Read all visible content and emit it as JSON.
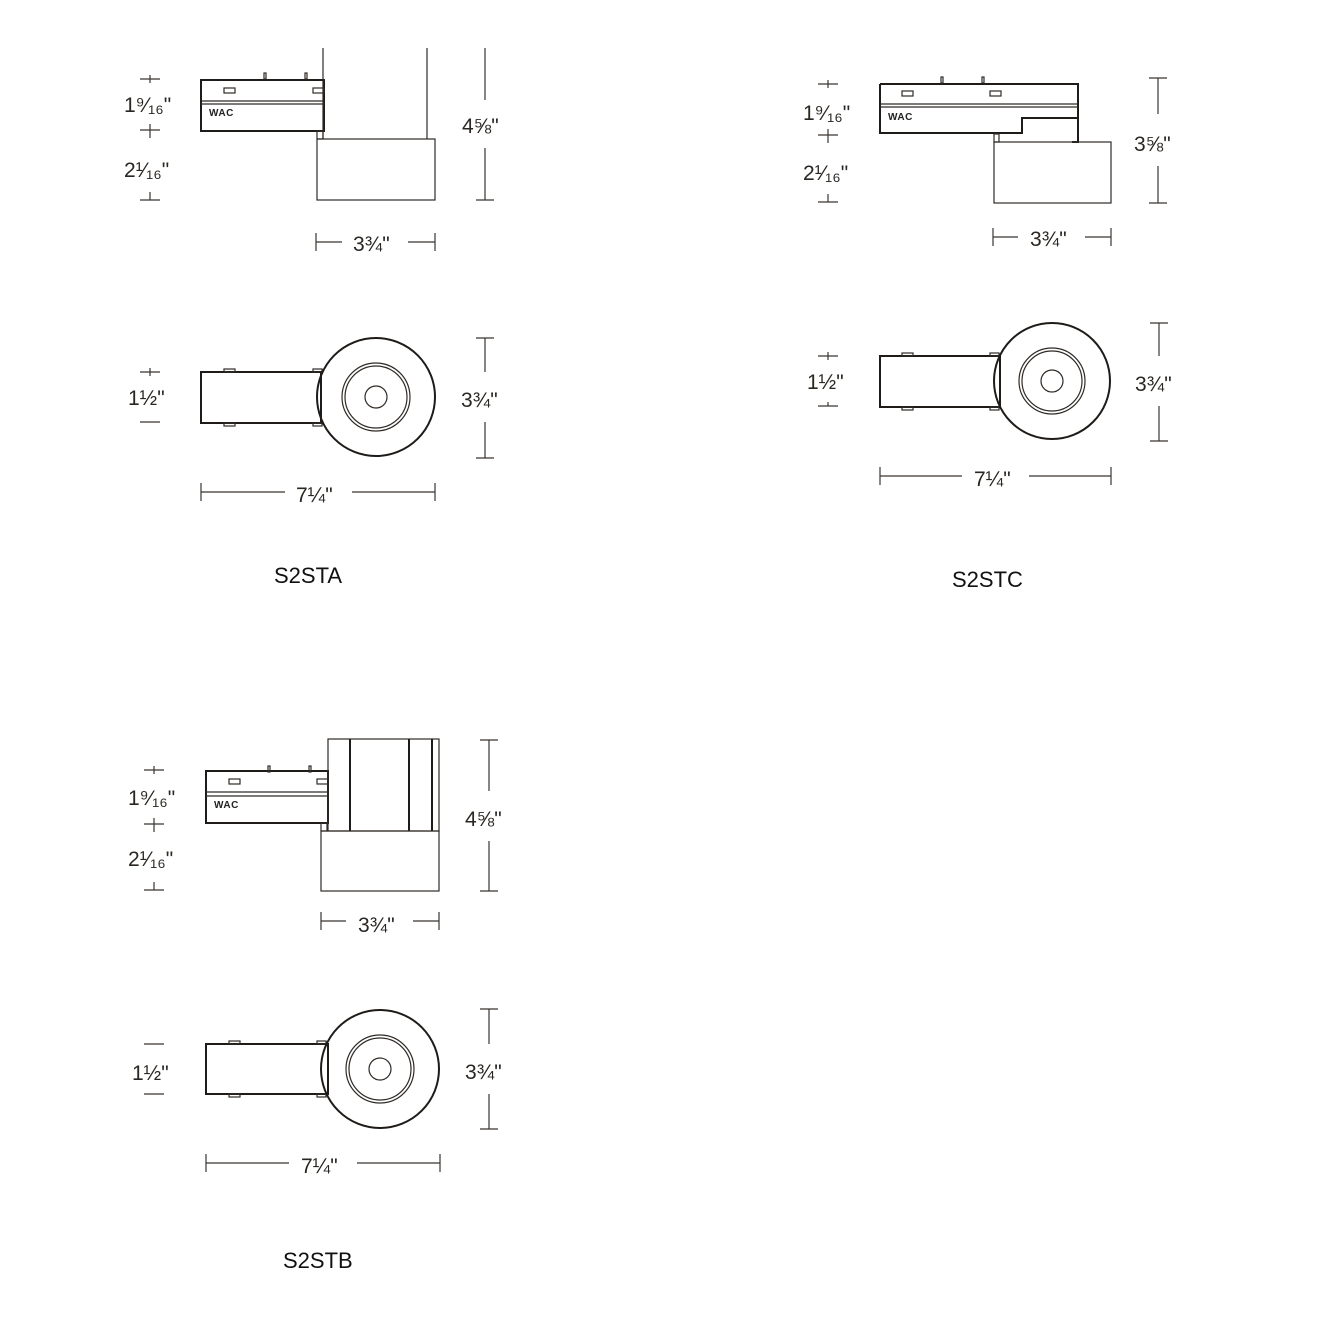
{
  "colors": {
    "line": "#2f2a26",
    "background": "#ffffff",
    "text": "#111111"
  },
  "brand_mark": "WAC",
  "models": [
    {
      "name": "S2STA",
      "side_view": {
        "upper_height": "1⁹⁄₁₆\"",
        "lower_height": "2¹⁄₁₆\"",
        "total_height": "4⅝\"",
        "head_width": "3¾\""
      },
      "top_view": {
        "body_width": "1½\"",
        "head_diameter": "3¾\"",
        "total_length": "7¼\""
      }
    },
    {
      "name": "S2STC",
      "side_view": {
        "upper_height": "1⁹⁄₁₆\"",
        "lower_height": "2¹⁄₁₆\"",
        "total_height": "3⅝\"",
        "head_width": "3¾\""
      },
      "top_view": {
        "body_width": "1½\"",
        "head_diameter": "3¾\"",
        "total_length": "7¼\""
      }
    },
    {
      "name": "S2STB",
      "side_view": {
        "upper_height": "1⁹⁄₁₆\"",
        "lower_height": "2¹⁄₁₆\"",
        "total_height": "4⅝\"",
        "head_width": "3¾\""
      },
      "top_view": {
        "body_width": "1½\"",
        "head_diameter": "3¾\"",
        "total_length": "7¼\""
      }
    }
  ]
}
